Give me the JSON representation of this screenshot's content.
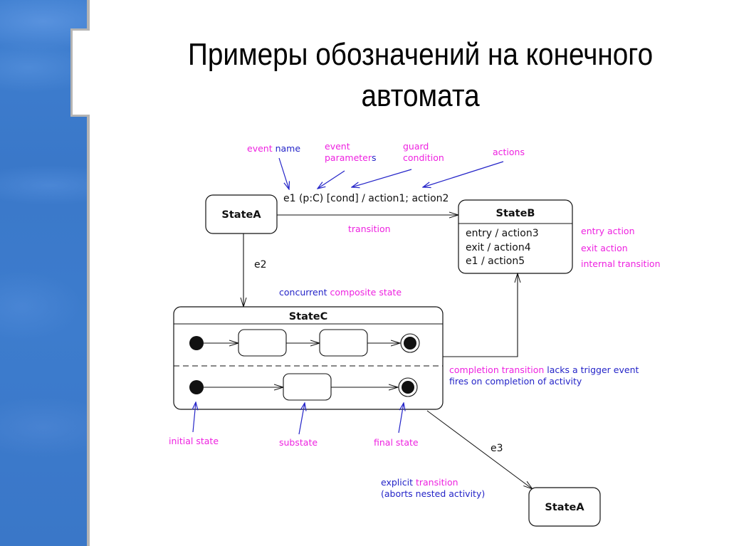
{
  "slide": {
    "title_line1": "Примеры обозначений на конечного",
    "title_line2": "автомата"
  },
  "diagram": {
    "states": {
      "state_a_top": "StateA",
      "state_b": {
        "name": "StateB",
        "entry": "entry / action3",
        "exit": "exit / action4",
        "internal": "e1 / action5"
      },
      "state_c": "StateC",
      "state_a_bottom": "StateA"
    },
    "transition_label": "e1 (p:C) [cond] / action1; action2",
    "e2_label": "e2",
    "e3_label": "e3",
    "annotations": {
      "event_name": {
        "part1": "event",
        "part2": " name"
      },
      "event_parameters": {
        "line1": "event",
        "line2a": "parameter",
        "line2b": "s"
      },
      "guard_condition": {
        "line1": "guard",
        "line2": "condition"
      },
      "actions": "actions",
      "transition": "transition",
      "entry_action": "entry action",
      "exit_action": "exit action",
      "internal_transition": "internal transition",
      "concurrent_composite": {
        "part1": "concurrent",
        "part2": " composite state"
      },
      "completion": {
        "part1": "completion transition",
        "part2": " lacks a trigger event",
        "line2": "fires on completion of activity"
      },
      "initial_state": "initial state",
      "substate": "substate",
      "final_state": "final state",
      "explicit": {
        "part1": "explicit",
        "part2": " transition",
        "line2": "(aborts nested activity)"
      }
    },
    "colors": {
      "annotation_magenta": "#ee22e0",
      "annotation_blue": "#2424c8",
      "line": "#111111"
    }
  }
}
